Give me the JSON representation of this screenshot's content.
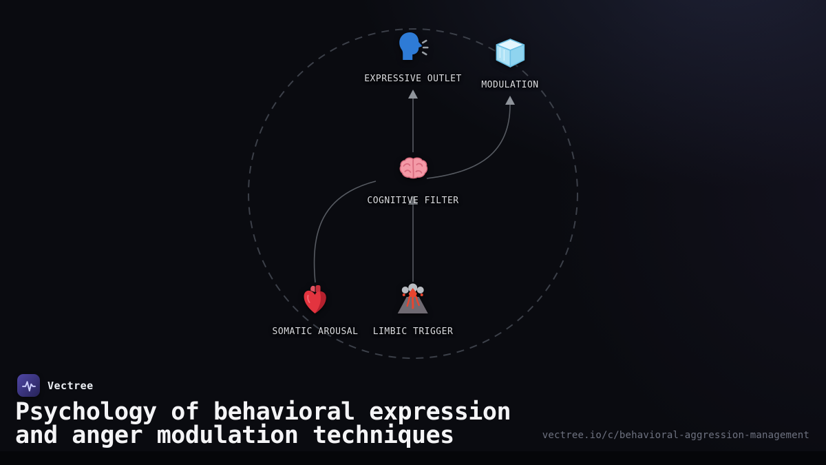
{
  "brand": {
    "name": "Vectree",
    "logo_icon": "waveform-icon"
  },
  "title": {
    "line1": "Psychology of behavioral expression",
    "line2": "and anger modulation techniques"
  },
  "footer": {
    "url": "vectree.io/c/behavioral-aggression-management"
  },
  "diagram": {
    "nodes": [
      {
        "id": "expressive-outlet",
        "label": "EXPRESSIVE OUTLET",
        "icon": "speaking-head-icon"
      },
      {
        "id": "modulation",
        "label": "MODULATION",
        "icon": "ice-cube-icon"
      },
      {
        "id": "cognitive-filter",
        "label": "COGNITIVE FILTER",
        "icon": "brain-icon"
      },
      {
        "id": "somatic-arousal",
        "label": "SOMATIC AROUSAL",
        "icon": "heart-icon"
      },
      {
        "id": "limbic-trigger",
        "label": "LIMBIC TRIGGER",
        "icon": "volcano-icon"
      }
    ],
    "edges": [
      {
        "from": "limbic-trigger",
        "to": "cognitive-filter"
      },
      {
        "from": "somatic-arousal",
        "to": "cognitive-filter"
      },
      {
        "from": "cognitive-filter",
        "to": "expressive-outlet"
      },
      {
        "from": "cognitive-filter",
        "to": "modulation"
      }
    ]
  },
  "colors": {
    "background": "#0a0b10",
    "dashed_circle": "#3c4049",
    "edge_line": "#575b62",
    "arrowhead": "#8f949b",
    "node_label": "#dcdde1",
    "title_text": "#f4f4f6",
    "url_text": "#6e7280",
    "brand_gradient_start": "#4f46a5",
    "brand_gradient_end": "#262357"
  }
}
